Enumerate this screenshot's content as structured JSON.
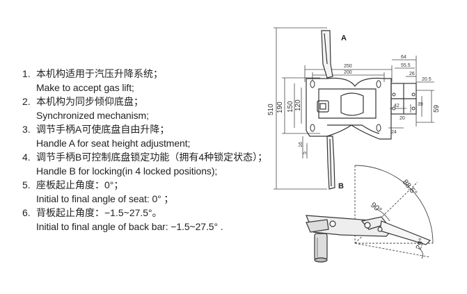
{
  "specs": [
    {
      "num": "1.",
      "cn": "本机构适用于汽压升降系统；",
      "en": "Make to accept gas lift;"
    },
    {
      "num": "2.",
      "cn": "本机构为同步倾仰底盘；",
      "en": "Synchronized mechanism;"
    },
    {
      "num": "3.",
      "cn": "调节手柄A可使底盘自由升降；",
      "en": "Handle A for seat height adjustment;"
    },
    {
      "num": "4.",
      "cn": "调节手柄B可控制底盘锁定功能（拥有4种锁定状态）；",
      "en": "Handle B for locking(in 4 locked positions);"
    },
    {
      "num": "5.",
      "cn": "座板起止角度：0°；",
      "en": "Initial to final angle of seat: 0° ；"
    },
    {
      "num": "6.",
      "cn": "背板起止角度：−1.5~27.5°。",
      "en": "Initial to final angle of back bar: −1.5~27.5° ."
    }
  ],
  "drawing": {
    "label_a": "A",
    "label_b": "B",
    "dims": {
      "d510": "510",
      "d190": "190",
      "d150": "150",
      "d120": "120",
      "d250": "250",
      "d200": "200",
      "d64": "64",
      "d55_5": "55.5",
      "d26": "26",
      "d20_5": "20.5",
      "d59": "59",
      "d39": "39",
      "d42": "42",
      "d24": "24",
      "d20": "20",
      "d16": "16",
      "d5": "5"
    },
    "angles": {
      "a90": "90°",
      "a88_5": "88.5°",
      "a29": "29°"
    }
  }
}
